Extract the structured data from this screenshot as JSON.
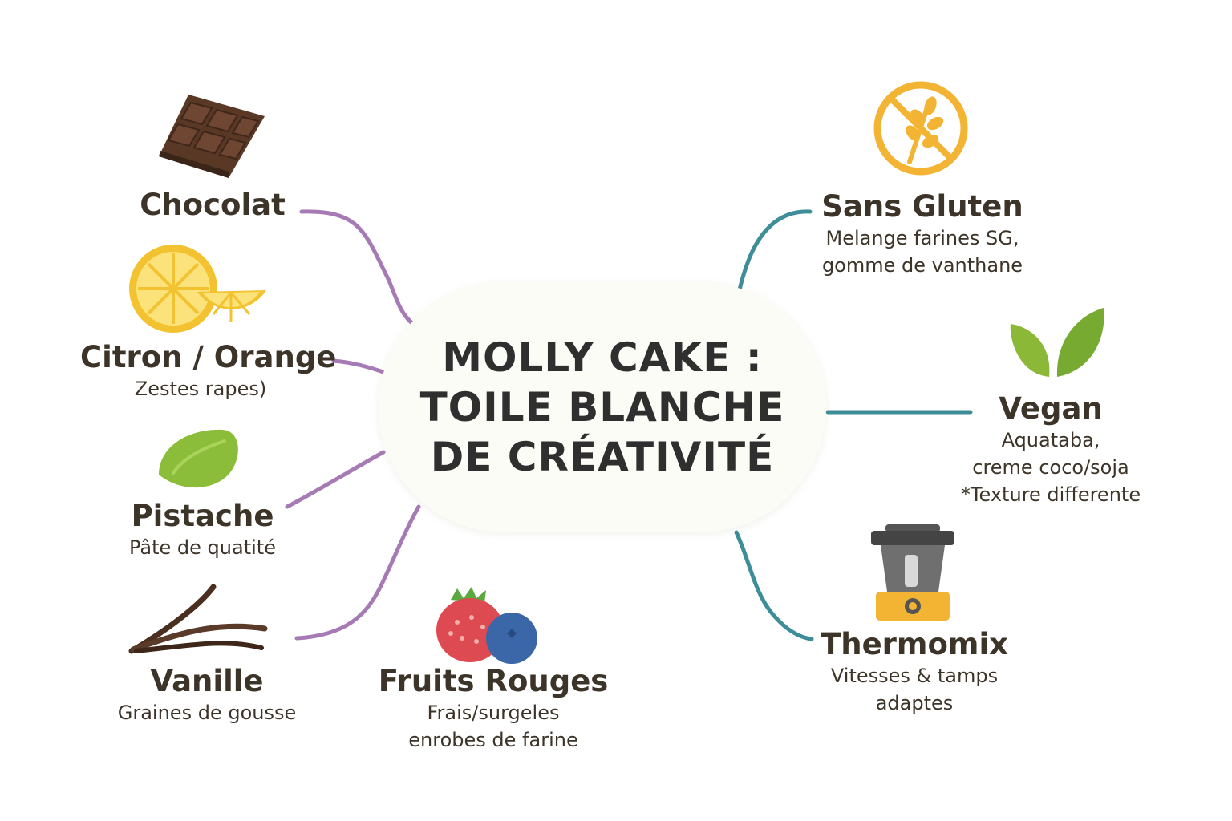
{
  "center": {
    "line1": "MOLLY CAKE :",
    "line2": "TOILE BLANCHE",
    "line3": "DE CRÉATIVITÉ"
  },
  "branches": {
    "chocolat": {
      "title": "Chocolat",
      "icon": "chocolate-bar-icon"
    },
    "citron": {
      "title": "Citron / Orange",
      "sub1": "Zestes rapes)",
      "icon": "lemon-icon"
    },
    "pistache": {
      "title": "Pistache",
      "sub1": "Pâte de quatité",
      "icon": "pistachio-icon"
    },
    "vanille": {
      "title": "Vanille",
      "sub1": "Graines de gousse",
      "icon": "vanilla-pod-icon"
    },
    "fruits": {
      "title": "Fruits Rouges",
      "sub1": "Frais/surgeles",
      "sub2": "enrobes de farine",
      "icon": "berries-icon"
    },
    "gluten": {
      "title": "Sans Gluten",
      "sub1": "Melange farines SG,",
      "sub2": "gomme de vanthane",
      "icon": "gluten-free-icon"
    },
    "vegan": {
      "title": "Vegan",
      "sub1": "Aquataba,",
      "sub2": "creme coco/soja",
      "sub3": "*Texture differente",
      "icon": "leaves-icon"
    },
    "thermomix": {
      "title": "Thermomix",
      "sub1": "Vitesses & tamps",
      "sub2": "adaptes",
      "icon": "thermomix-icon"
    }
  },
  "colors": {
    "left_connector": "#a67bb5",
    "right_connector": "#3d8e98",
    "text": "#3d3429"
  }
}
